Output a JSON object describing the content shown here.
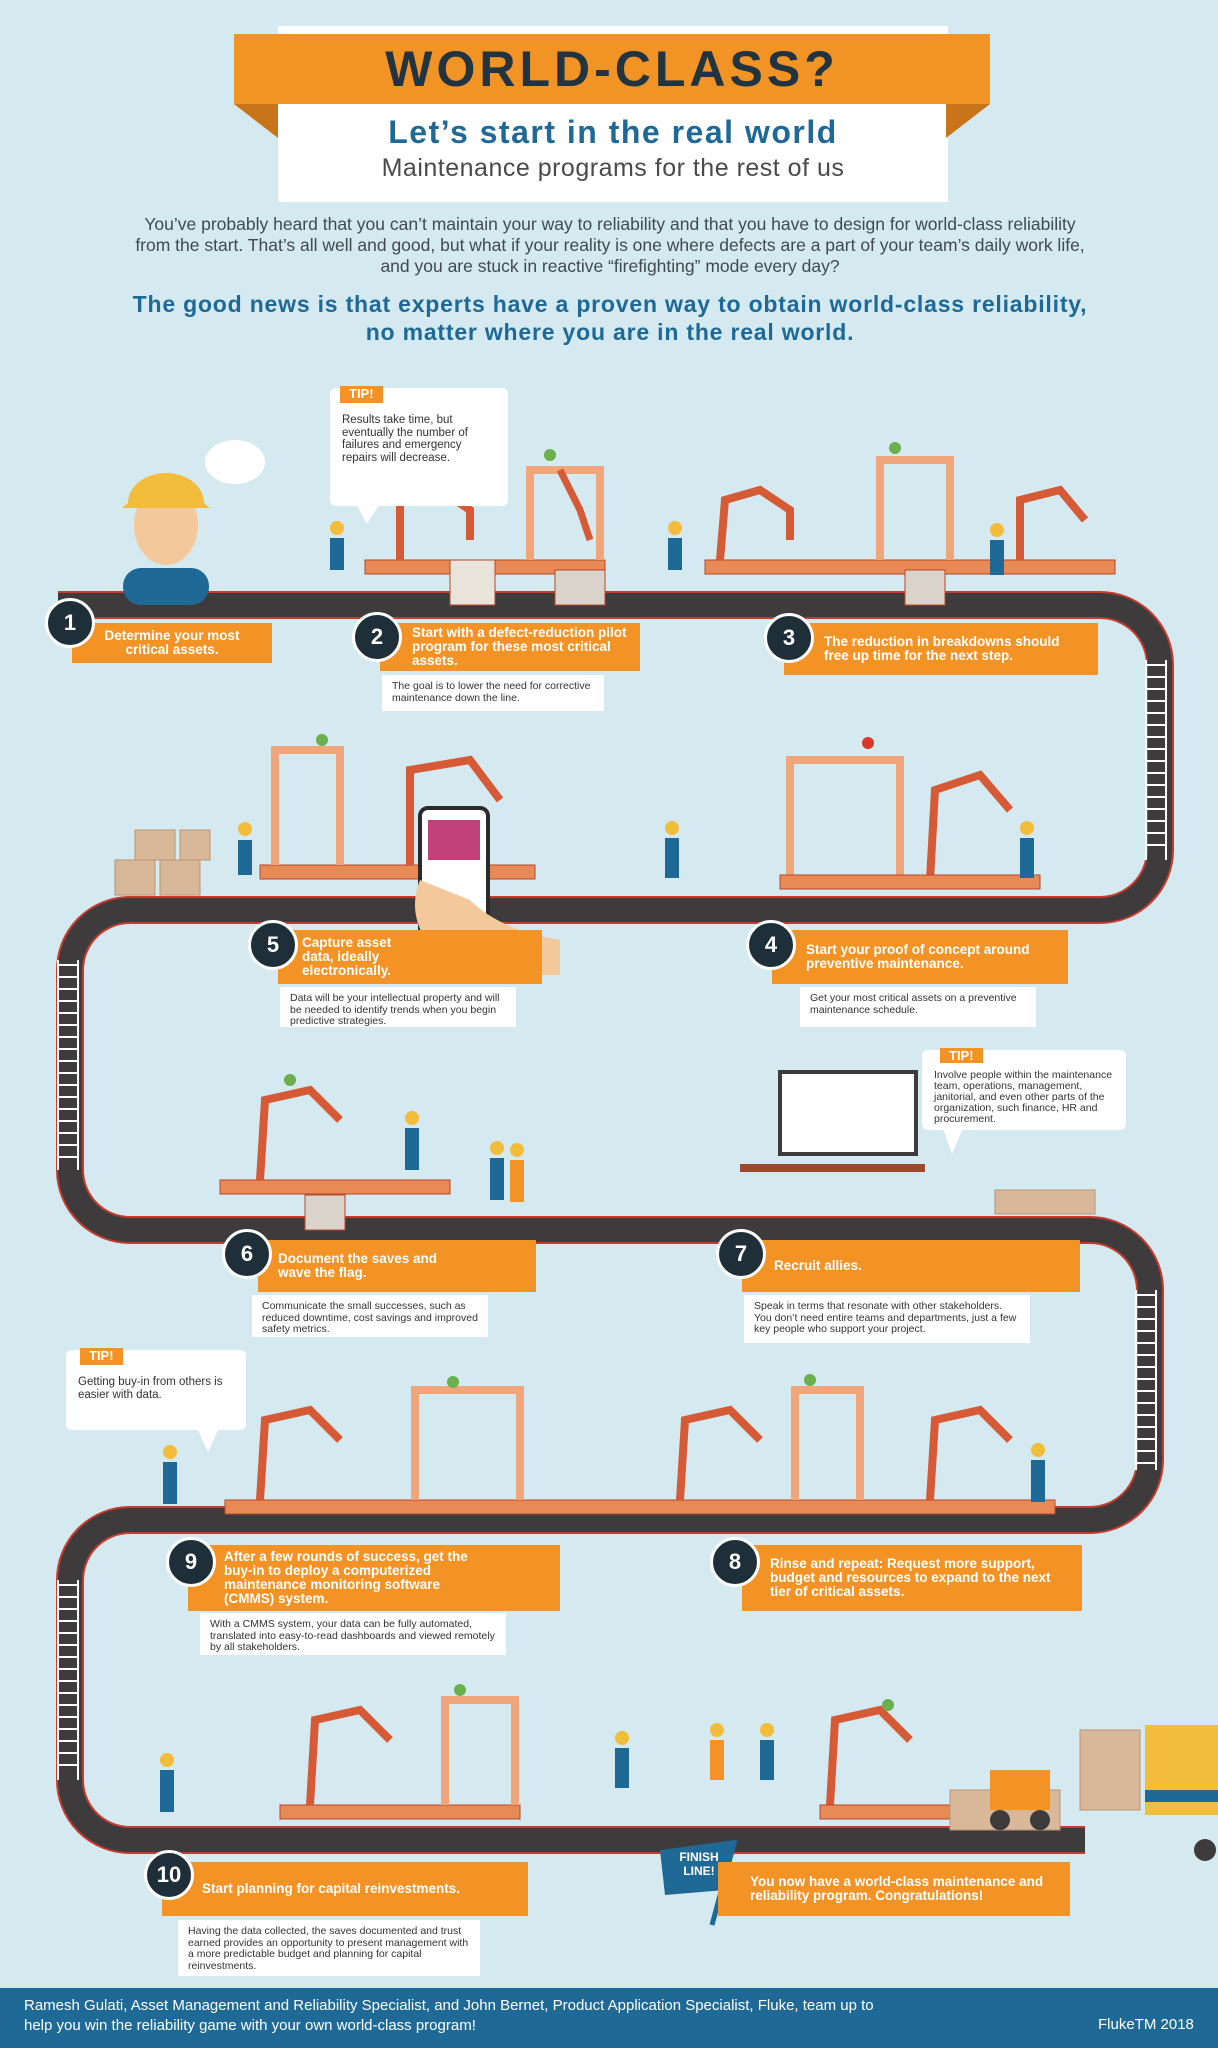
{
  "header": {
    "title": "WORLD-CLASS?",
    "subtitle": "Let’s start in the real world",
    "tagline": "Maintenance programs for the rest of us"
  },
  "intro": {
    "text": "You’ve probably heard that you can’t maintain your way to reliability and that you have to design for world-class reliability from the start. That’s all well and good, but what if your reality is one where defects are a part of your team’s daily work life, and you are stuck in reactive “firefighting” mode every day?",
    "good_news": "The good news is that experts have a proven way to obtain world-class reliability, no matter where you are in the real world."
  },
  "tips": [
    {
      "tag": "TIP!",
      "text": "Results take time, but eventually the number of failures and emergency repairs will decrease."
    },
    {
      "tag": "TIP!",
      "text": "Involve people within the maintenance team, operations, management, janitorial, and even other parts of the organization, such finance, HR and procurement."
    },
    {
      "tag": "TIP!",
      "text": "Getting buy-in from others is easier with data."
    }
  ],
  "steps": [
    {
      "number": "1",
      "title": "Determine your most critical assets.",
      "note": ""
    },
    {
      "number": "2",
      "title": "Start with a defect-reduction pilot program for these most critical assets.",
      "note": "The goal is to lower the need for corrective maintenance down the line."
    },
    {
      "number": "3",
      "title": "The reduction in breakdowns should free up time for the next step.",
      "note": ""
    },
    {
      "number": "4",
      "title": "Start your proof of concept around preventive maintenance.",
      "note": "Get your most critical assets on a preventive maintenance schedule."
    },
    {
      "number": "5",
      "title": "Capture asset data, ideally electronically.",
      "note": "Data will be your intellectual property and will be needed to identify trends when you begin predictive strategies."
    },
    {
      "number": "6",
      "title": "Document the saves and wave the flag.",
      "note": "Communicate the small successes, such as reduced downtime, cost savings and improved safety metrics."
    },
    {
      "number": "7",
      "title": "Recruit allies.",
      "note": "Speak in terms that resonate with other stakeholders. You don’t need entire teams and departments, just a few key people who support your project."
    },
    {
      "number": "8",
      "title": "Rinse and repeat: Request more support, budget and resources to expand to the next tier of critical assets.",
      "note": ""
    },
    {
      "number": "9",
      "title": "After a few rounds of success, get the buy-in to deploy a computerized maintenance monitoring software (CMMS) system.",
      "note": "With a CMMS system, your data can be fully automated, translated into easy-to-read dashboards and viewed remotely by all stakeholders."
    },
    {
      "number": "10",
      "title": "Start planning for capital reinvestments.",
      "note": "Having the data collected, the saves documented and trust earned provides an opportunity to present management with a more predictable budget and planning for capital reinvestments."
    }
  ],
  "finish": {
    "flag": "FINISH LINE!",
    "text": "You now have a world-class maintenance and reliability program. Congratulations!"
  },
  "footer": {
    "credit": "Ramesh Gulati, Asset Management and Reliability Specialist, and John Bernet, Product Application Specialist, Fluke, team up to help you win the reliability game with your own world-class program!",
    "brand": "FlukeTM 2018"
  },
  "colors": {
    "background": "#d4e9f0",
    "orange": "#f39325",
    "navy": "#1f2f3a",
    "blue": "#1e6996",
    "road": "#3d3b3c"
  }
}
